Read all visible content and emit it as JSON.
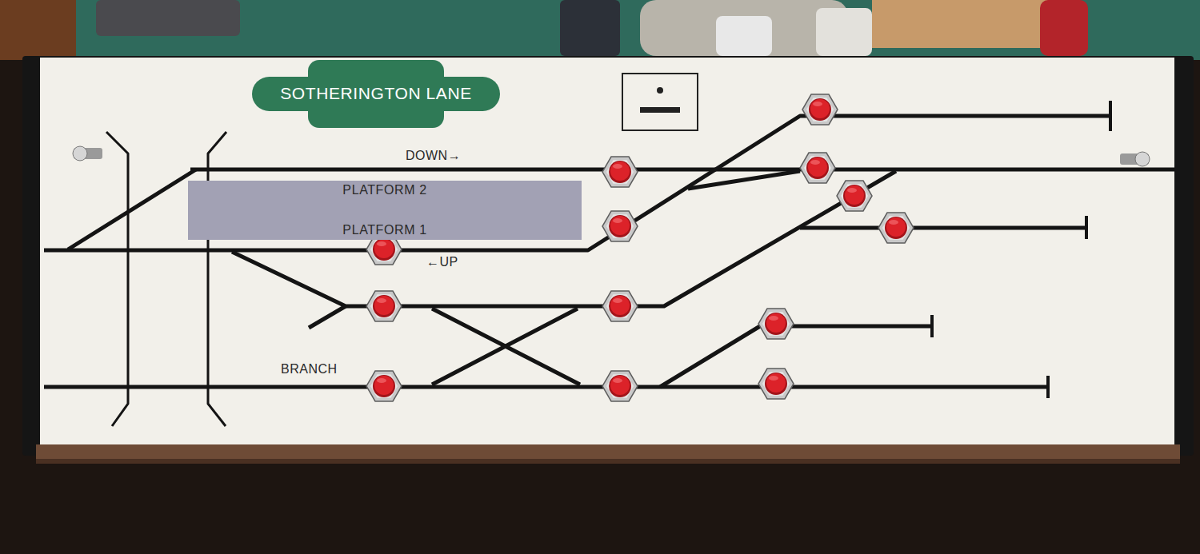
{
  "diagram": {
    "nodes": [
      {
        "text": [
          "SOTHERINGTON LANE"
        ]
      },
      {
        "text": [
          "PLATFORM 2",
          "PLATFORM 1"
        ]
      }
    ],
    "labels": [
      "DOWN→",
      "←UP",
      "BRANCH"
    ]
  }
}
